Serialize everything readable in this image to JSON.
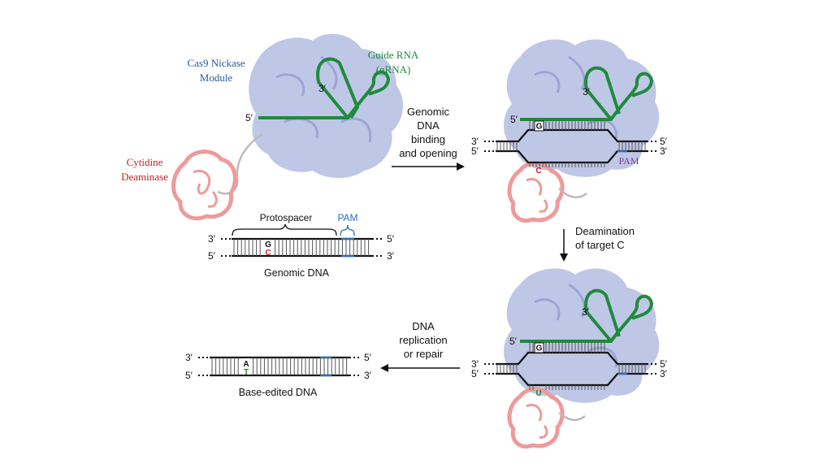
{
  "colors": {
    "cas9": "#aab4de",
    "cas9_label": "#2c5a9a",
    "grna": "#1f8a3c",
    "deaminase": "#ef9a9a",
    "deaminase_label": "#c42121",
    "pam_blue": "#2f6db5",
    "pam_purple": "#7a3f98",
    "strand": "#111111",
    "base_red": "#d11f1f",
    "base_green": "#1f8a3c"
  },
  "labels": {
    "cas9_line1": "Cas9 Nickase",
    "cas9_line2": "Module",
    "grna_line1": "Guide RNA",
    "grna_line2": "(gRNA)",
    "deaminase_line1": "Cytidine",
    "deaminase_line2": "Deaminase",
    "three_prime": "3′",
    "five_prime": "5′",
    "pam": "PAM",
    "protospacer": "Protospacer",
    "genomic_dna": "Genomic DNA",
    "base_edited_dna": "Base-edited DNA"
  },
  "bases": {
    "g": "G",
    "c": "C",
    "u": "U",
    "a": "A",
    "t": "T"
  },
  "steps": {
    "binding": [
      "Genomic",
      "DNA",
      "binding",
      "and opening"
    ],
    "deamination": [
      "Deamination",
      "of target C"
    ],
    "replication": [
      "DNA",
      "replication",
      "or repair"
    ]
  }
}
